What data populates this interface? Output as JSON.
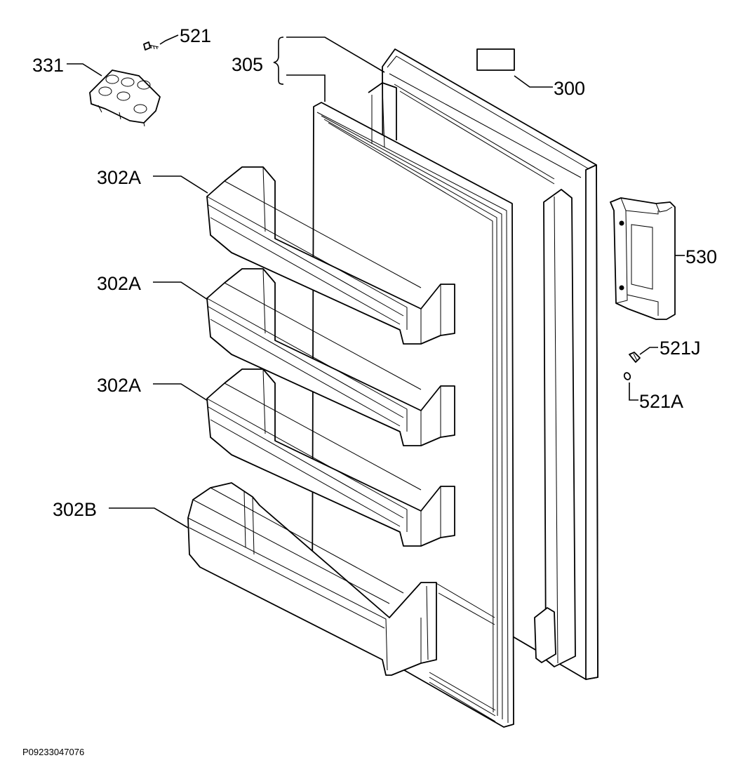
{
  "labels": {
    "l331": "331",
    "l521": "521",
    "l305": "305",
    "l300": "300",
    "l302a_1": "302A",
    "l302a_2": "302A",
    "l302a_3": "302A",
    "l302b": "302B",
    "l530": "530",
    "l521j": "521J",
    "l521a": "521A"
  },
  "reference_code": "P09233047076"
}
